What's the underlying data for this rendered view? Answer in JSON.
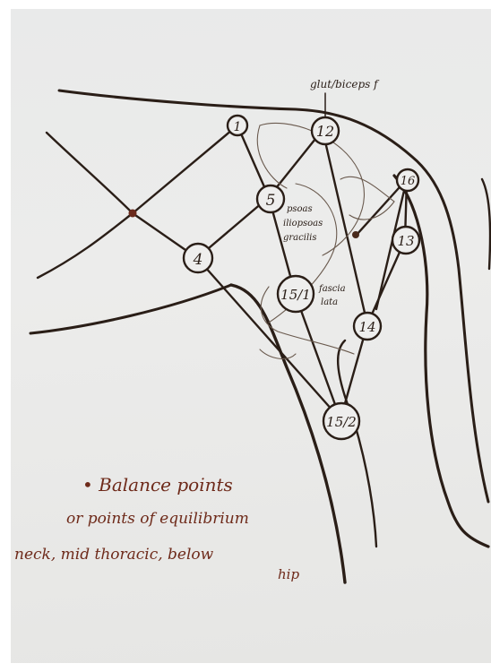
{
  "diagram": {
    "nodes": [
      {
        "id": "1",
        "label": "1"
      },
      {
        "id": "12",
        "label": "12"
      },
      {
        "id": "5",
        "label": "5"
      },
      {
        "id": "4",
        "label": "4"
      },
      {
        "id": "16",
        "label": "16"
      },
      {
        "id": "13",
        "label": "13"
      },
      {
        "id": "15-1",
        "label": "15/1"
      },
      {
        "id": "14",
        "label": "14"
      },
      {
        "id": "15-2",
        "label": "15/2"
      }
    ],
    "annotations": {
      "top_right": "glut/biceps f",
      "psoas": [
        "psoas",
        "iliopsoas",
        "gracilis"
      ],
      "fascia": [
        "fascia",
        "lata"
      ]
    },
    "notes": [
      "• Balance points",
      "or points of equilibrium",
      "neck, mid thoracic, below",
      "hip"
    ],
    "colors": {
      "ink": "#2a1e17",
      "note_ink": "#6e2a1a",
      "balance_point": "#6b2a1c",
      "paper": "#ececeb"
    }
  }
}
